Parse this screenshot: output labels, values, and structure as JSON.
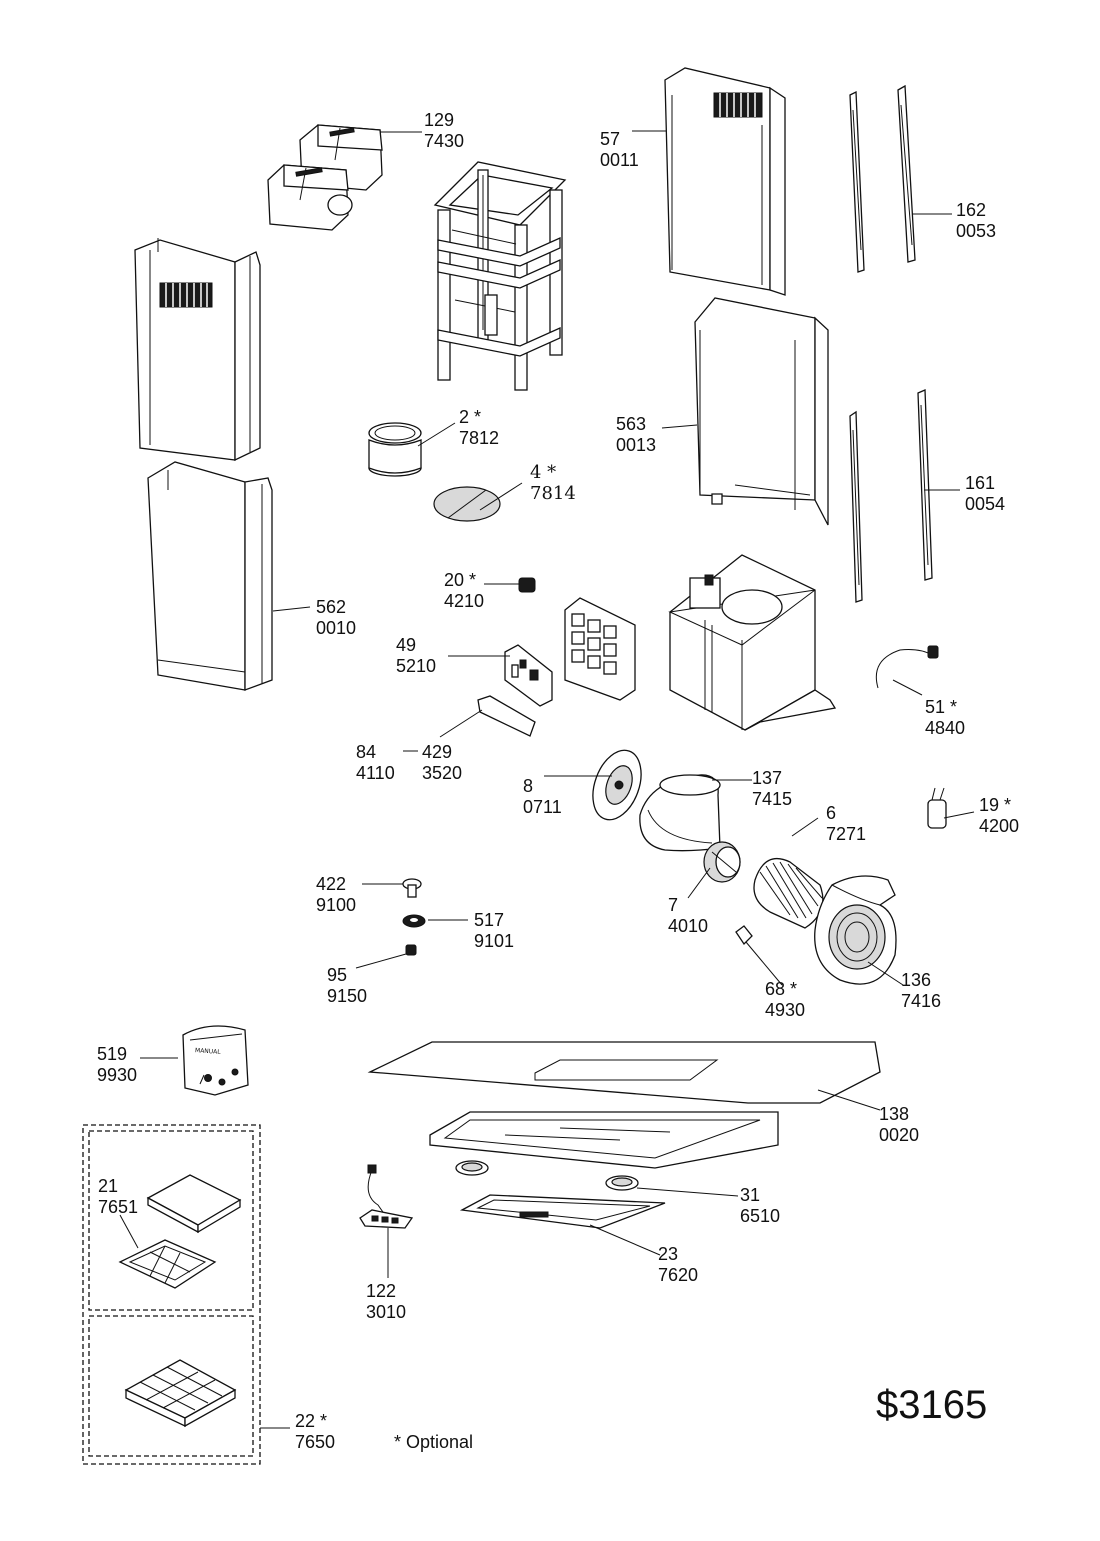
{
  "parts": [
    {
      "id": "p129",
      "ref": "129",
      "code": "7430"
    },
    {
      "id": "p57",
      "ref": "57",
      "code": "0011"
    },
    {
      "id": "p162",
      "ref": "162",
      "code": "0053"
    },
    {
      "id": "p2",
      "ref": "2 *",
      "code": "7812"
    },
    {
      "id": "p563",
      "ref": "563",
      "code": "0013"
    },
    {
      "id": "p4",
      "ref": "4 *",
      "code": "7814"
    },
    {
      "id": "p161",
      "ref": "161",
      "code": "0054"
    },
    {
      "id": "p562",
      "ref": "562",
      "code": "0010"
    },
    {
      "id": "p20",
      "ref": "20 *",
      "code": "4210"
    },
    {
      "id": "p49",
      "ref": "49",
      "code": "5210"
    },
    {
      "id": "p51",
      "ref": "51 *",
      "code": "4840"
    },
    {
      "id": "p84",
      "ref": "84",
      "code": "4110"
    },
    {
      "id": "p429",
      "ref": "429",
      "code": "3520"
    },
    {
      "id": "p8",
      "ref": "8",
      "code": "0711"
    },
    {
      "id": "p137",
      "ref": "137",
      "code": "7415"
    },
    {
      "id": "p6",
      "ref": "6",
      "code": "7271"
    },
    {
      "id": "p19",
      "ref": "19 *",
      "code": "4200"
    },
    {
      "id": "p422",
      "ref": "422",
      "code": "9100"
    },
    {
      "id": "p7",
      "ref": "7",
      "code": "4010"
    },
    {
      "id": "p517",
      "ref": "517",
      "code": "9101"
    },
    {
      "id": "p95",
      "ref": "95",
      "code": "9150"
    },
    {
      "id": "p68",
      "ref": "68 *",
      "code": "4930"
    },
    {
      "id": "p136",
      "ref": "136",
      "code": "7416"
    },
    {
      "id": "p519",
      "ref": "519",
      "code": "9930"
    },
    {
      "id": "p138",
      "ref": "138",
      "code": "0020"
    },
    {
      "id": "p21",
      "ref": "21",
      "code": "7651"
    },
    {
      "id": "p31",
      "ref": "31",
      "code": "6510"
    },
    {
      "id": "p23",
      "ref": "23",
      "code": "7620"
    },
    {
      "id": "p122",
      "ref": "122",
      "code": "3010"
    },
    {
      "id": "p22",
      "ref": "22 *",
      "code": "7650"
    }
  ],
  "bag_label": "MANUAL",
  "optional_note": "* Optional",
  "model_price": "$3165"
}
